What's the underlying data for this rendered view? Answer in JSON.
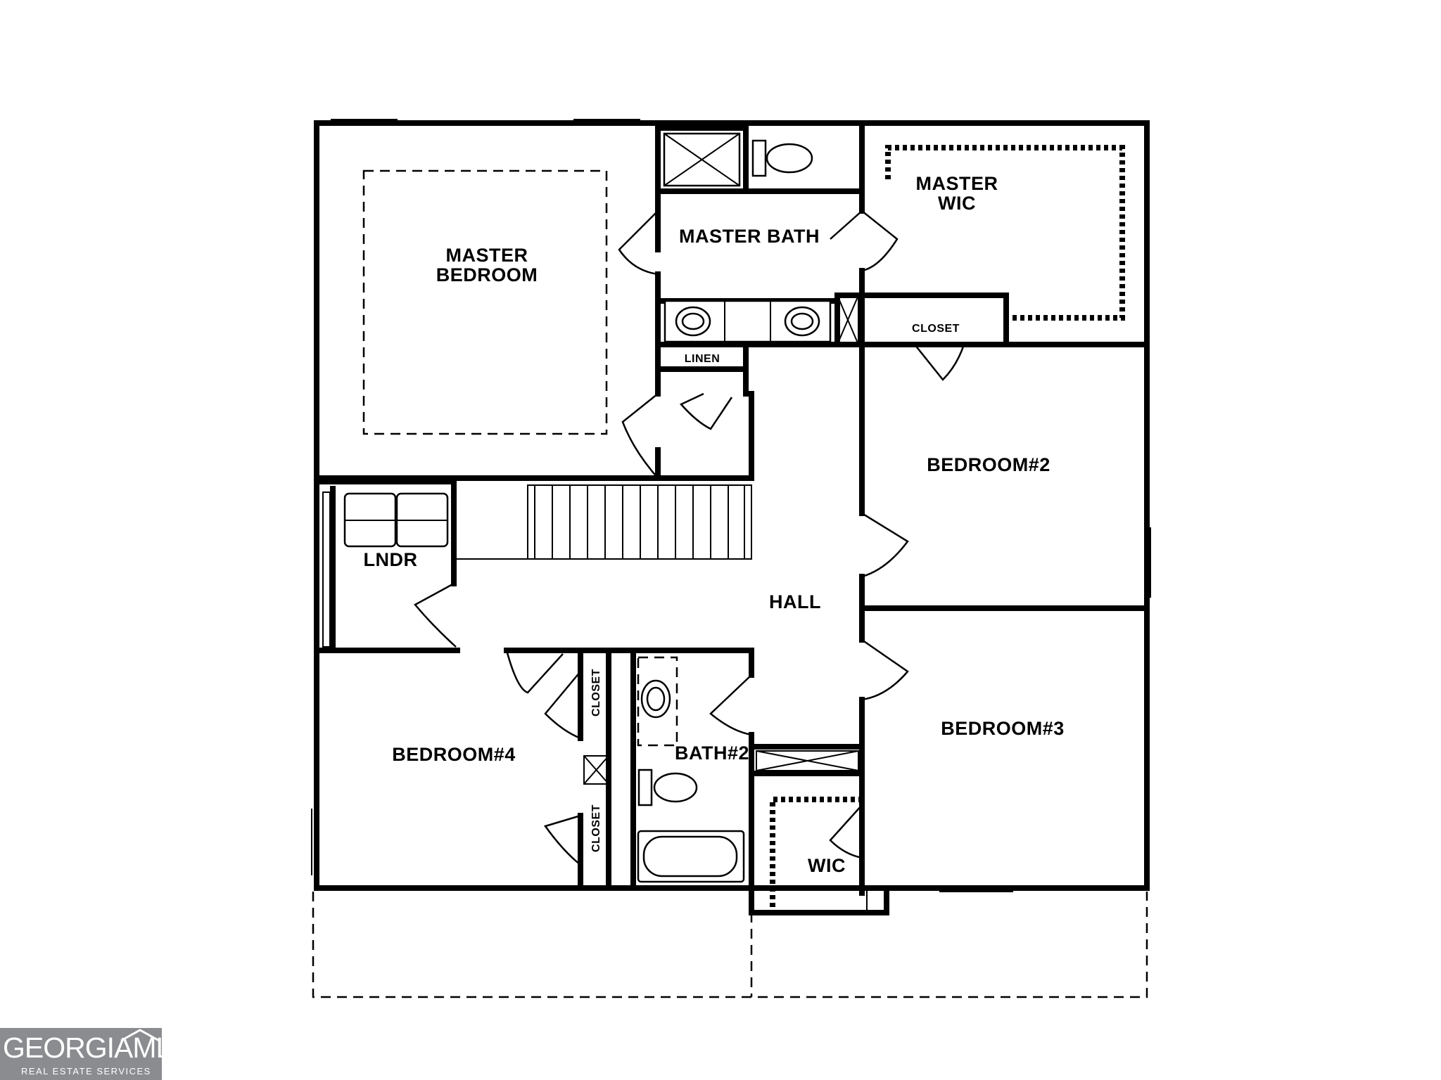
{
  "rooms": {
    "master_bedroom": [
      "MASTER",
      "BEDROOM"
    ],
    "master_bath": "MASTER BATH",
    "master_wic": [
      "MASTER",
      "WIC"
    ],
    "linen": "LINEN",
    "closet_top": "CLOSET",
    "bedroom2": "BEDROOM#2",
    "bedroom3": "BEDROOM#3",
    "bedroom4": "BEDROOM#4",
    "laundry": "LNDR",
    "hall": "HALL",
    "closet_left_upper": "CLOSET",
    "closet_left_lower": "CLOSET",
    "bath2": "BATH#2",
    "wic": "WIC"
  },
  "watermark": {
    "brand": "GEORGIAMLS",
    "tagline": "REAL ESTATE SERVICES"
  }
}
